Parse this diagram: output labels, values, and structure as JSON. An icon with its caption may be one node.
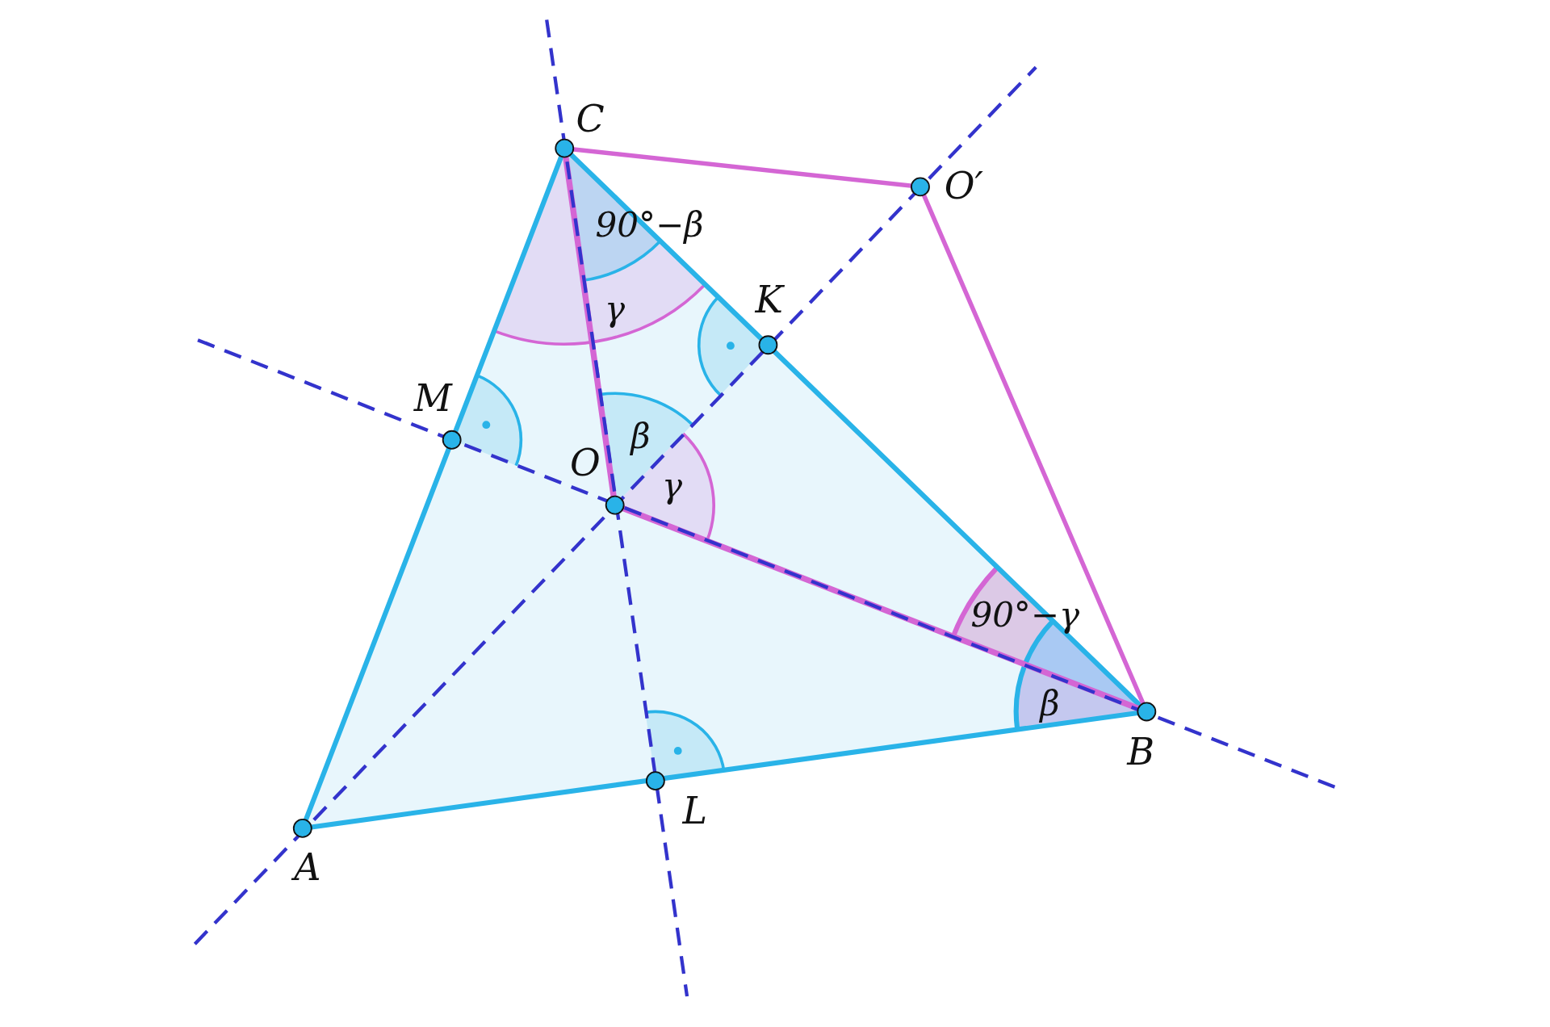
{
  "diagram": {
    "labels": [
      "C",
      "O′",
      "90°−β",
      "K",
      "γ",
      "M",
      "β",
      "O",
      "γ",
      "90°−γ",
      "β",
      "B",
      "L",
      "A"
    ]
  }
}
